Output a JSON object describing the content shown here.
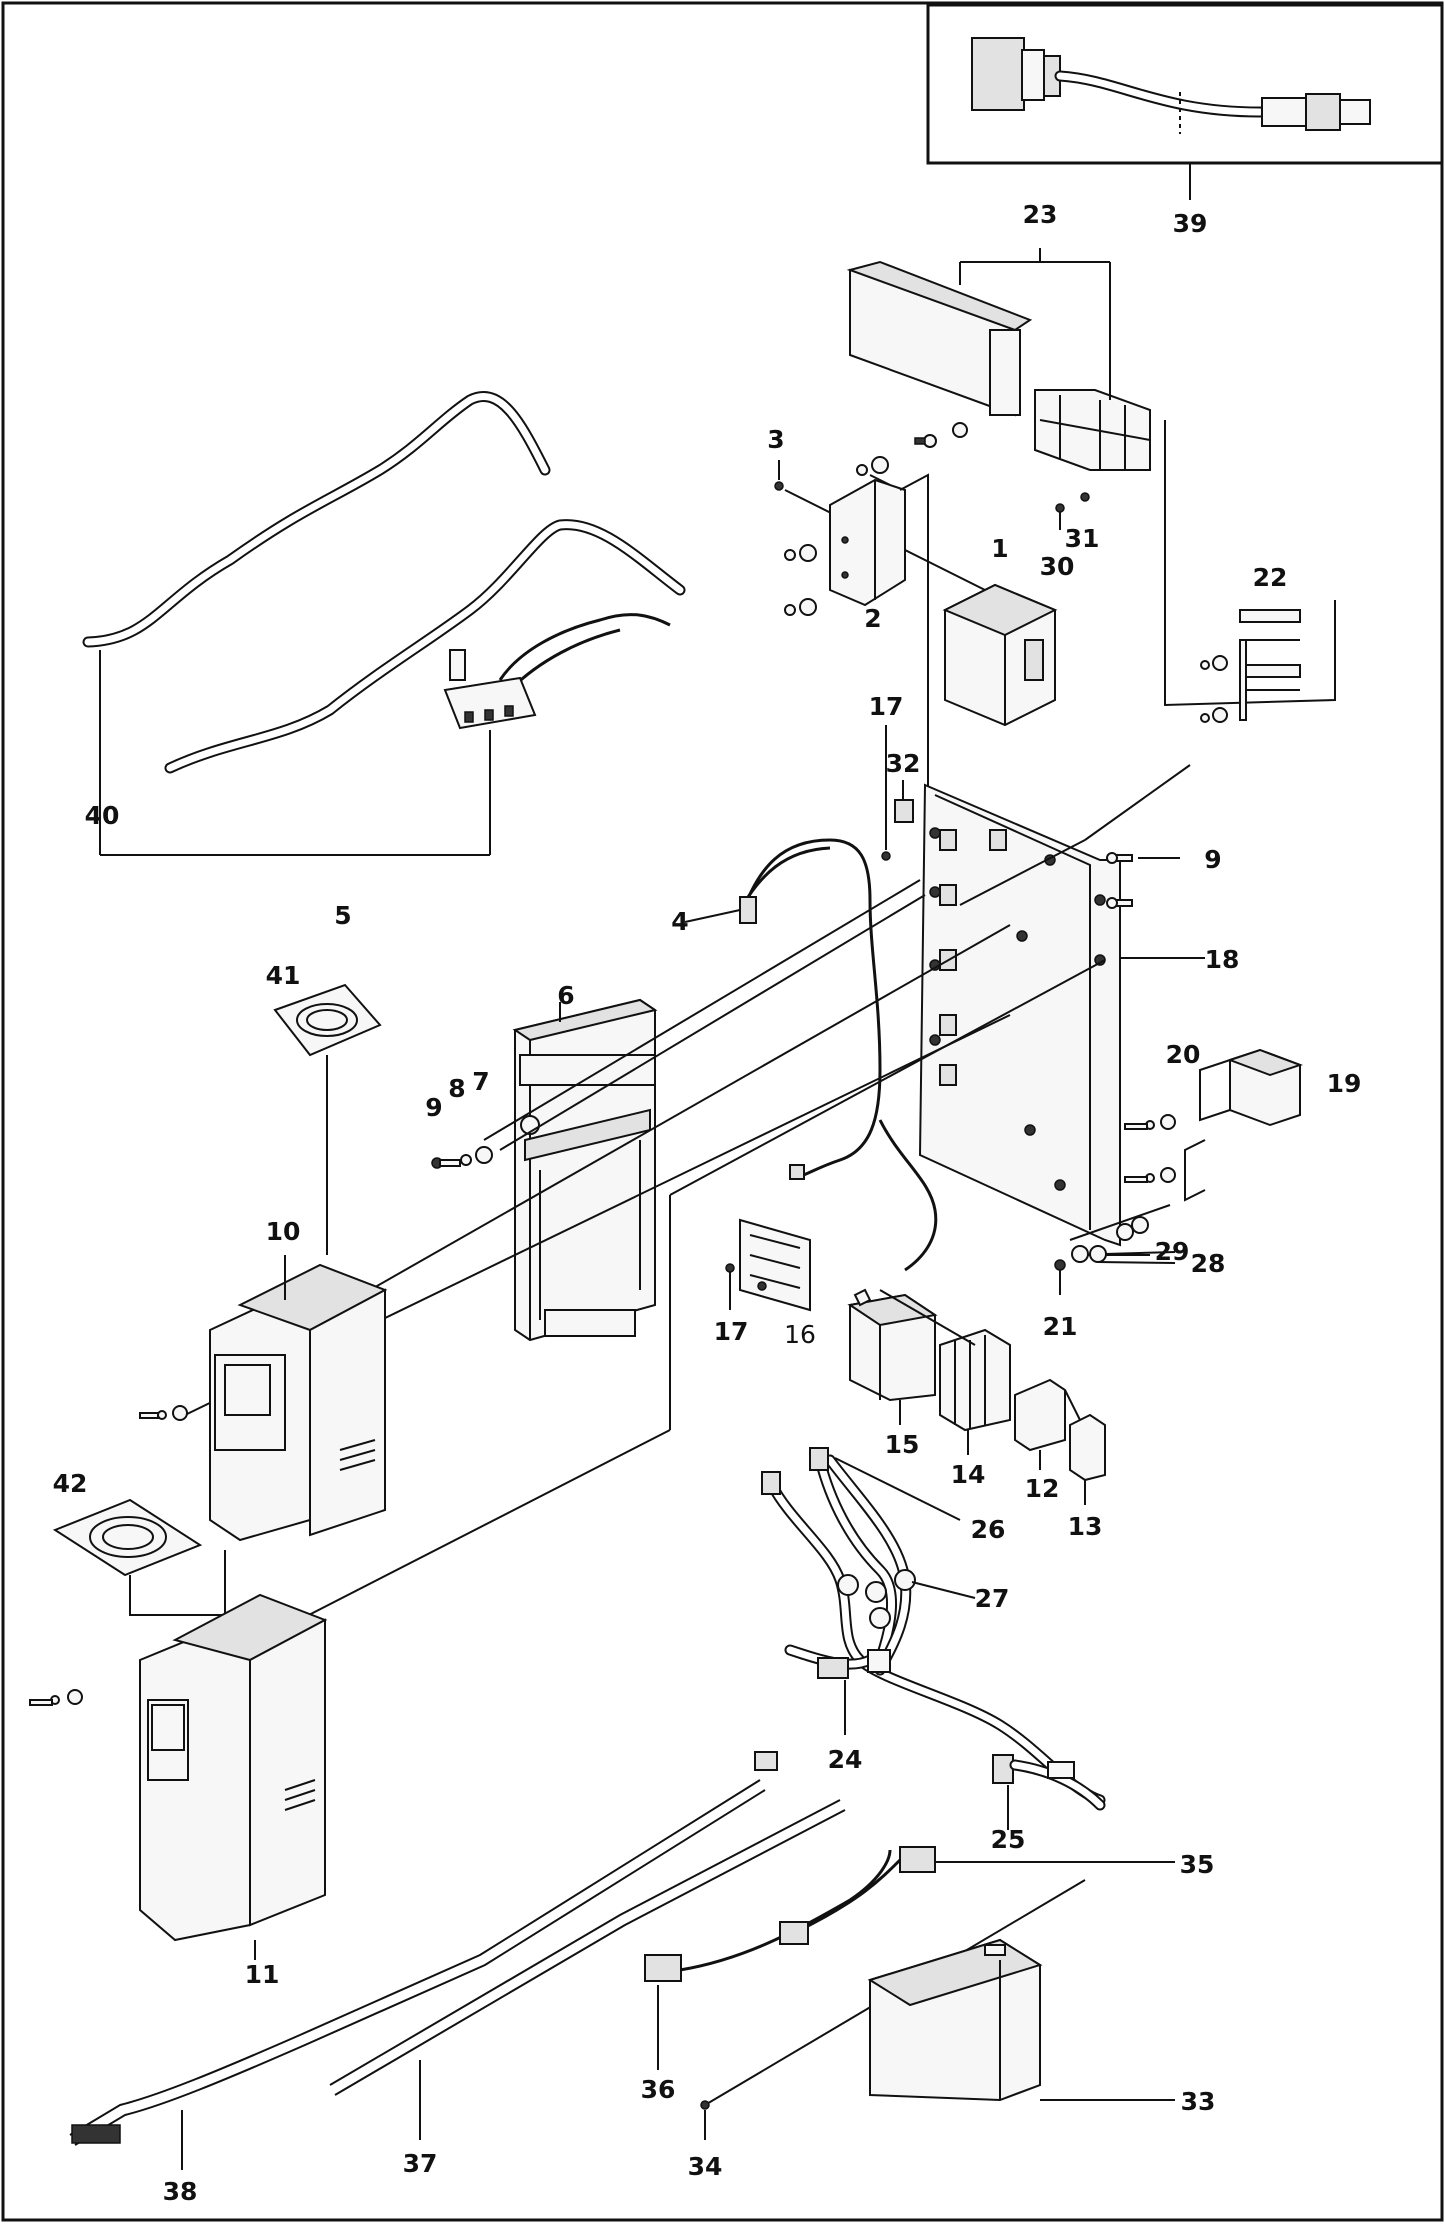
{
  "diagram": {
    "type": "exploded-parts-diagram",
    "part_labels": {
      "p1": "1",
      "p2": "2",
      "p3": "3",
      "p4": "4",
      "p5": "5",
      "p6": "6",
      "p7": "7",
      "p8": "8",
      "p9a": "9",
      "p9b": "9",
      "p10": "10",
      "p11": "11",
      "p12": "12",
      "p13": "13",
      "p14": "14",
      "p15": "15",
      "p16": "16",
      "p17a": "17",
      "p17b": "17",
      "p18": "18",
      "p19": "19",
      "p20": "20",
      "p21": "21",
      "p22": "22",
      "p23": "23",
      "p24": "24",
      "p25": "25",
      "p26": "26",
      "p27": "27",
      "p28": "28",
      "p29": "29",
      "p30": "30",
      "p31": "31",
      "p32": "32",
      "p33": "33",
      "p34": "34",
      "p35": "35",
      "p36": "36",
      "p37": "37",
      "p38": "38",
      "p39": "39",
      "p40": "40",
      "p41": "41",
      "p42": "42"
    },
    "colors": {
      "line": "#111111",
      "part_fill": "#f7f7f7",
      "background": "#ffffff"
    }
  }
}
